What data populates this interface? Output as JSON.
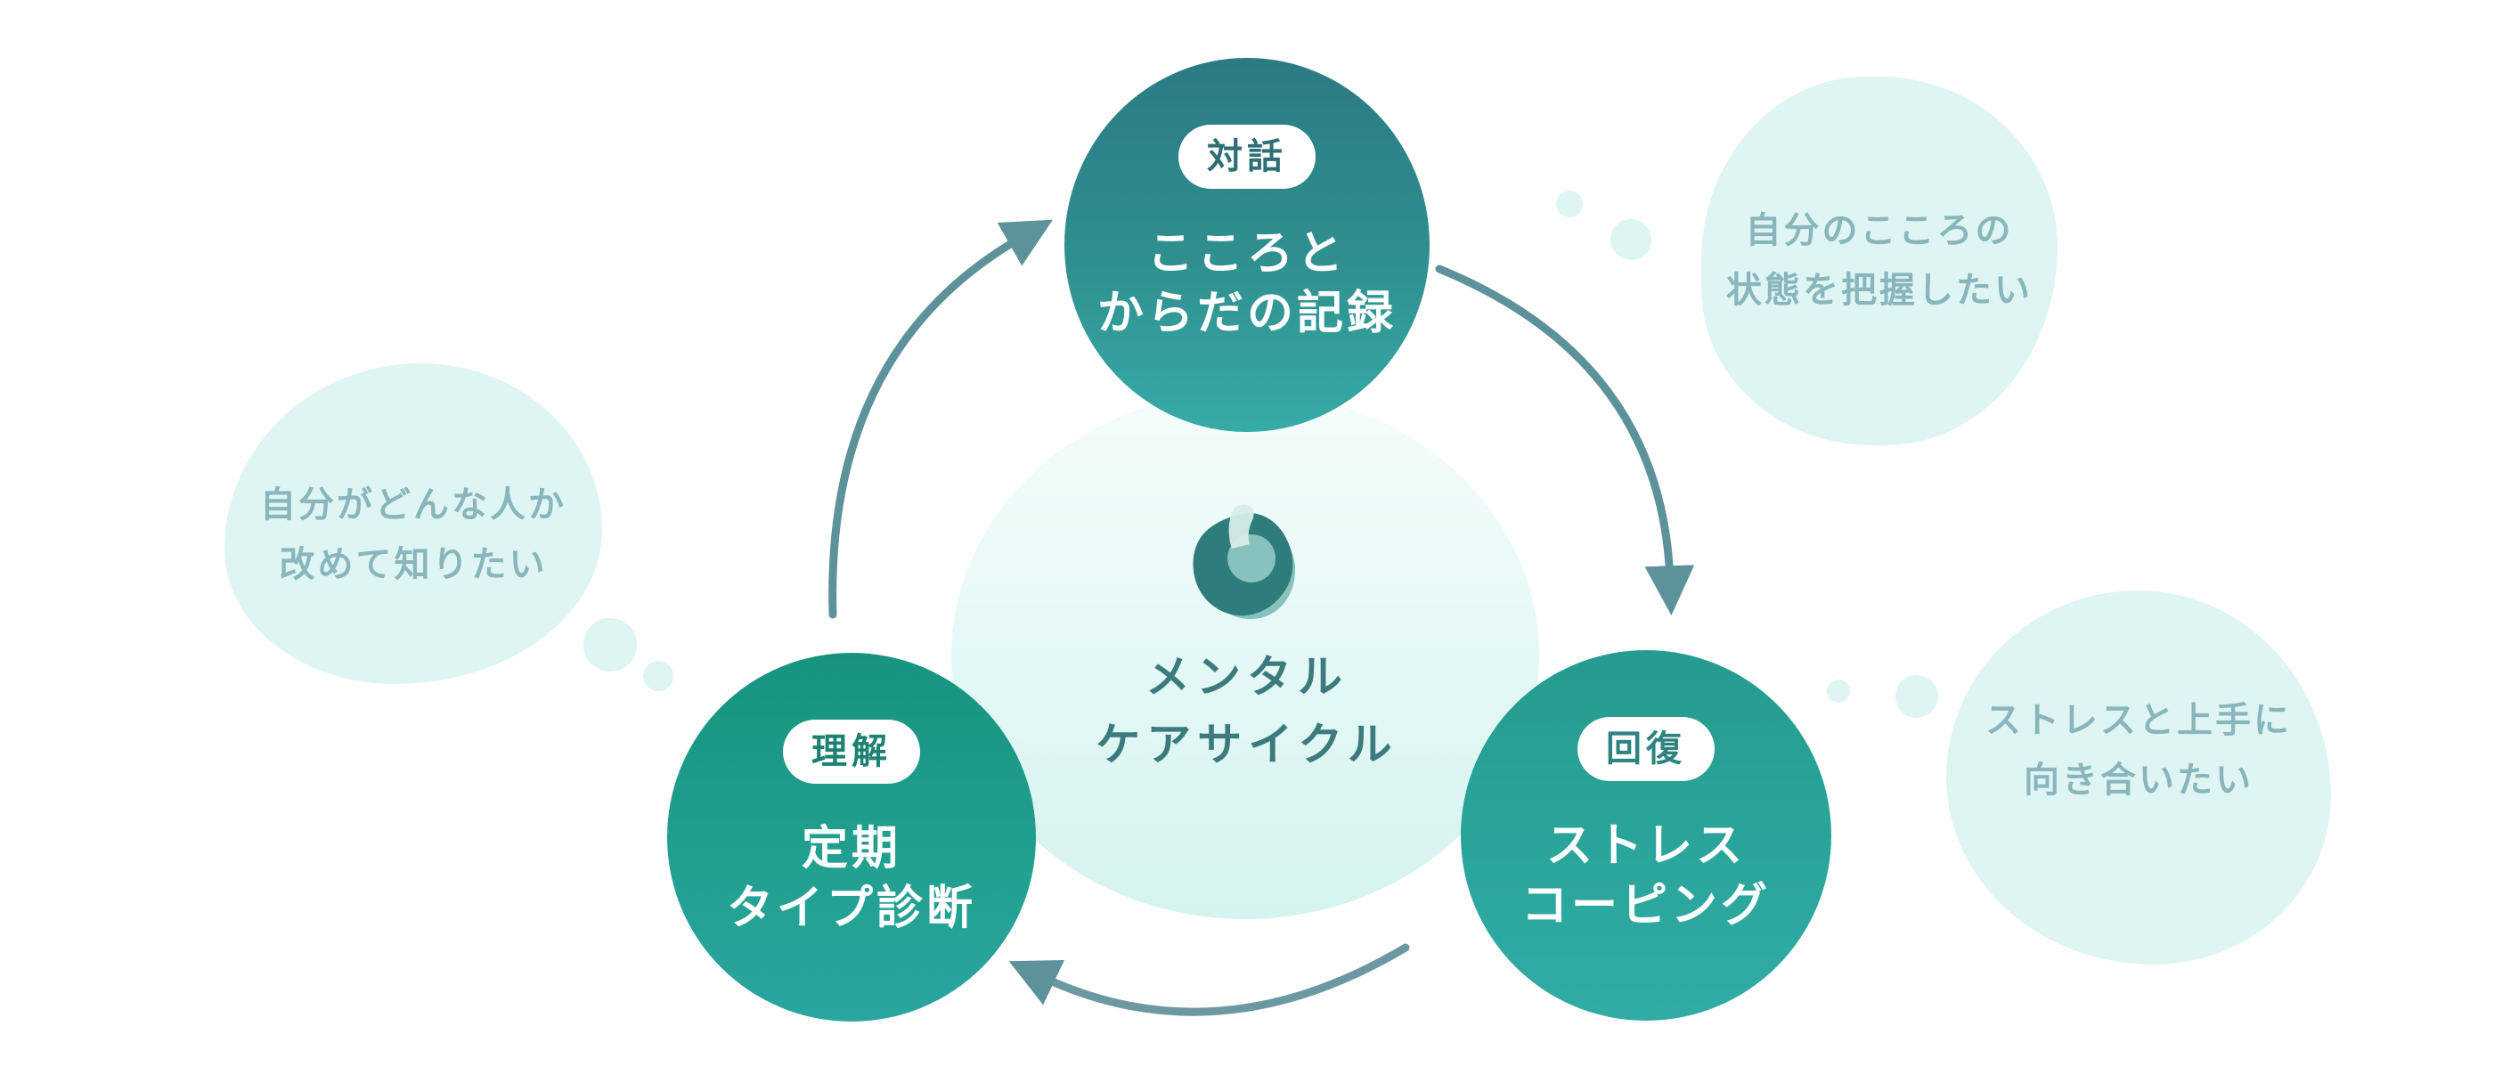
{
  "diagram": {
    "title": "メンタルケアサイクル",
    "center": {
      "logo_icon": "awarefy-blob-logo",
      "title_lines": [
        "メンタル",
        "ケアサイクル"
      ]
    },
    "nodes": [
      {
        "id": "dialogue",
        "badge": "対話",
        "label_lines": [
          "こころと",
          "からだの記録"
        ]
      },
      {
        "id": "understanding",
        "badge": "理解",
        "label_lines": [
          "定期",
          "タイプ診断"
        ]
      },
      {
        "id": "recovery",
        "badge": "回復",
        "label_lines": [
          "ストレス",
          "コーピング"
        ]
      }
    ],
    "thoughts": [
      {
        "id": "left",
        "lines": [
          "自分がどんな人か",
          "改めて知りたい"
        ]
      },
      {
        "id": "top_right",
        "lines": [
          "自分のこころの",
          "状態を把握したい"
        ]
      },
      {
        "id": "bottom_right",
        "lines": [
          "ストレスと上手に",
          "向き合いたい"
        ]
      }
    ],
    "colors": {
      "node_dialogue_top": "#2C7A82",
      "node_dialogue_bottom": "#37ABA6",
      "node_understanding_top": "#17947E",
      "node_understanding_bottom": "#2BA5A0",
      "node_recovery_top": "#269B8F",
      "node_recovery_bottom": "#30ACA5",
      "center_circle": "#D9F4F0",
      "thought_bubble": "#DFF5F3",
      "thought_text": "#89B6BC",
      "arrow": "#5E929B",
      "center_text": "#3C7B7D",
      "badge_background": "#FFFFFF",
      "node_text": "#FFFFFF"
    }
  }
}
